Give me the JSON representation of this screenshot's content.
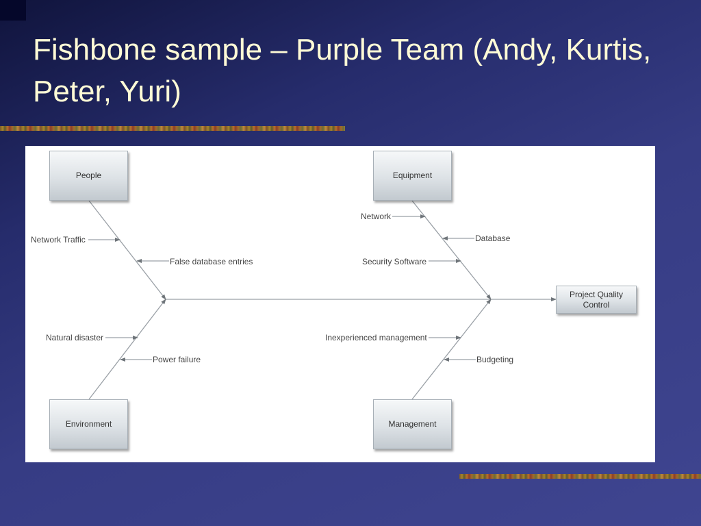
{
  "slide": {
    "title": "Fishbone sample – Purple Team (Andy, Kurtis, Peter, Yuri)"
  },
  "colors": {
    "background": "#3c428c",
    "title_text": "#fffbd6",
    "diagram_background": "#ffffff",
    "line": "#9aa0a6",
    "arrow": "#6f757a"
  },
  "diagram": {
    "effect": "Project Quality Control",
    "categories": {
      "people": "People",
      "equipment": "Equipment",
      "environment": "Environment",
      "management": "Management"
    },
    "causes": {
      "network_traffic": "Network Traffic",
      "false_database_entries": "False database entries",
      "network": "Network",
      "database": "Database",
      "security_software": "Security Software",
      "natural_disaster": "Natural disaster",
      "power_failure": "Power failure",
      "inexperienced_management": "Inexperienced management",
      "budgeting": "Budgeting"
    }
  }
}
